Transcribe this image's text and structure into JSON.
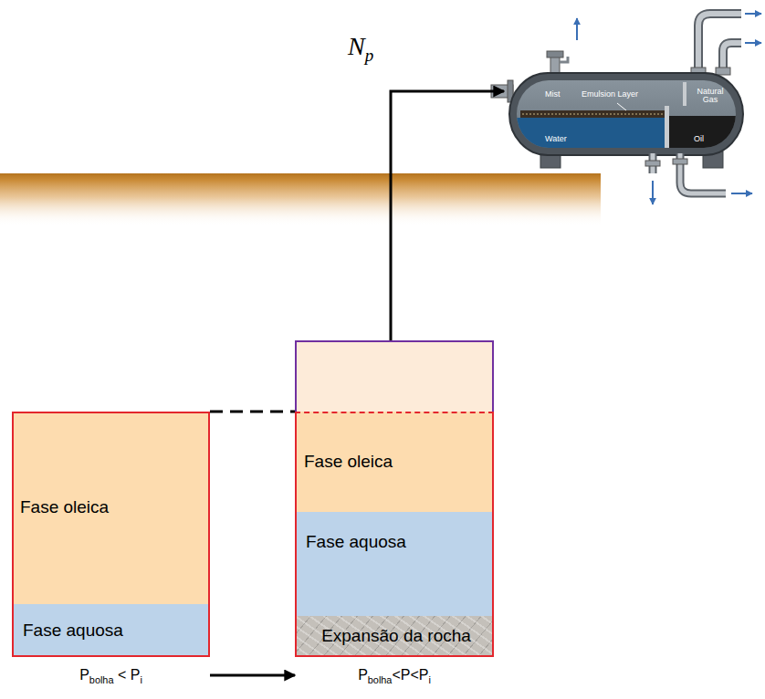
{
  "diagram": {
    "nodes": [
      {
        "text": [
          "Mist",
          "Emulsion Layer",
          "Natural Gas",
          "Water",
          "Oil"
        ]
      },
      {
        "text": [
          "Pbolha < Pi"
        ]
      },
      {
        "text": [
          "Fase oleica"
        ],
        "in": 1
      },
      {
        "text": [
          "Fase aquosa"
        ],
        "in": 1
      },
      {
        "text": [
          "Pbolha<P<Pi"
        ]
      },
      {
        "text": [
          "Fase oleica"
        ],
        "in": 4
      },
      {
        "text": [
          "Fase aquosa"
        ],
        "in": 4
      },
      {
        "text": [
          "Expansão da rocha"
        ],
        "in": 4
      }
    ],
    "edges": [
      {
        "from": 4,
        "to": 0,
        "arrow": "to",
        "label": "Np"
      },
      {
        "from": 1,
        "to": 4,
        "arrow": "to"
      }
    ]
  }
}
